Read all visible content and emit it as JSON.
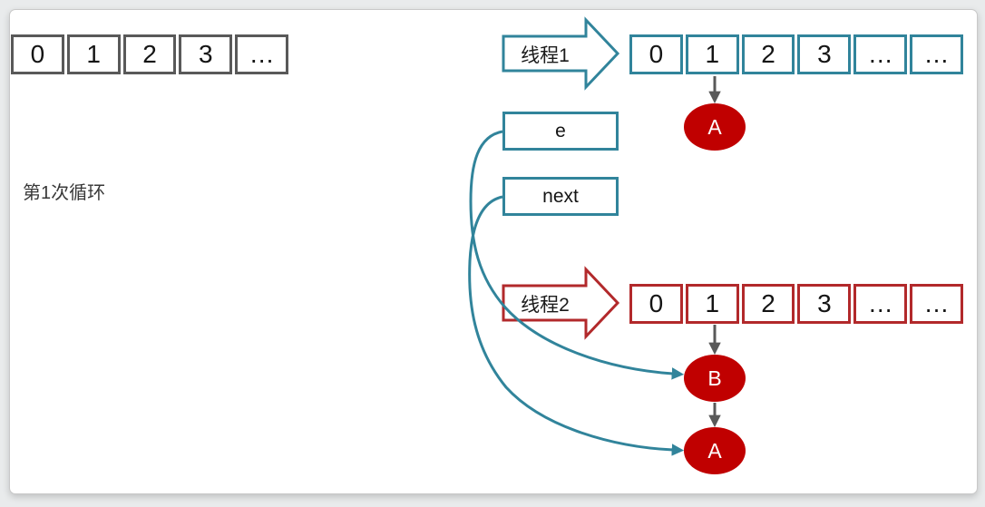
{
  "canvas": {
    "iteration_label": "第1次循环"
  },
  "threads": {
    "thread1": {
      "label": "线程1",
      "color": "#31849b"
    },
    "thread2": {
      "label": "线程2",
      "color": "#b2292b"
    }
  },
  "arrays": {
    "initial": {
      "cells": [
        "0",
        "1",
        "2",
        "3",
        "…"
      ]
    },
    "thread1": {
      "cells": [
        "0",
        "1",
        "2",
        "3",
        "…",
        "…"
      ]
    },
    "thread2": {
      "cells": [
        "0",
        "1",
        "2",
        "3",
        "…",
        "…"
      ]
    }
  },
  "pointers": {
    "e": "e",
    "next": "next"
  },
  "nodes": {
    "thread1_head": "A",
    "thread2_head": "B",
    "thread2_second": "A"
  },
  "colors": {
    "teal": "#31849b",
    "red": "#b2292b",
    "gray": "#595959",
    "node_fill": "#c00000"
  }
}
